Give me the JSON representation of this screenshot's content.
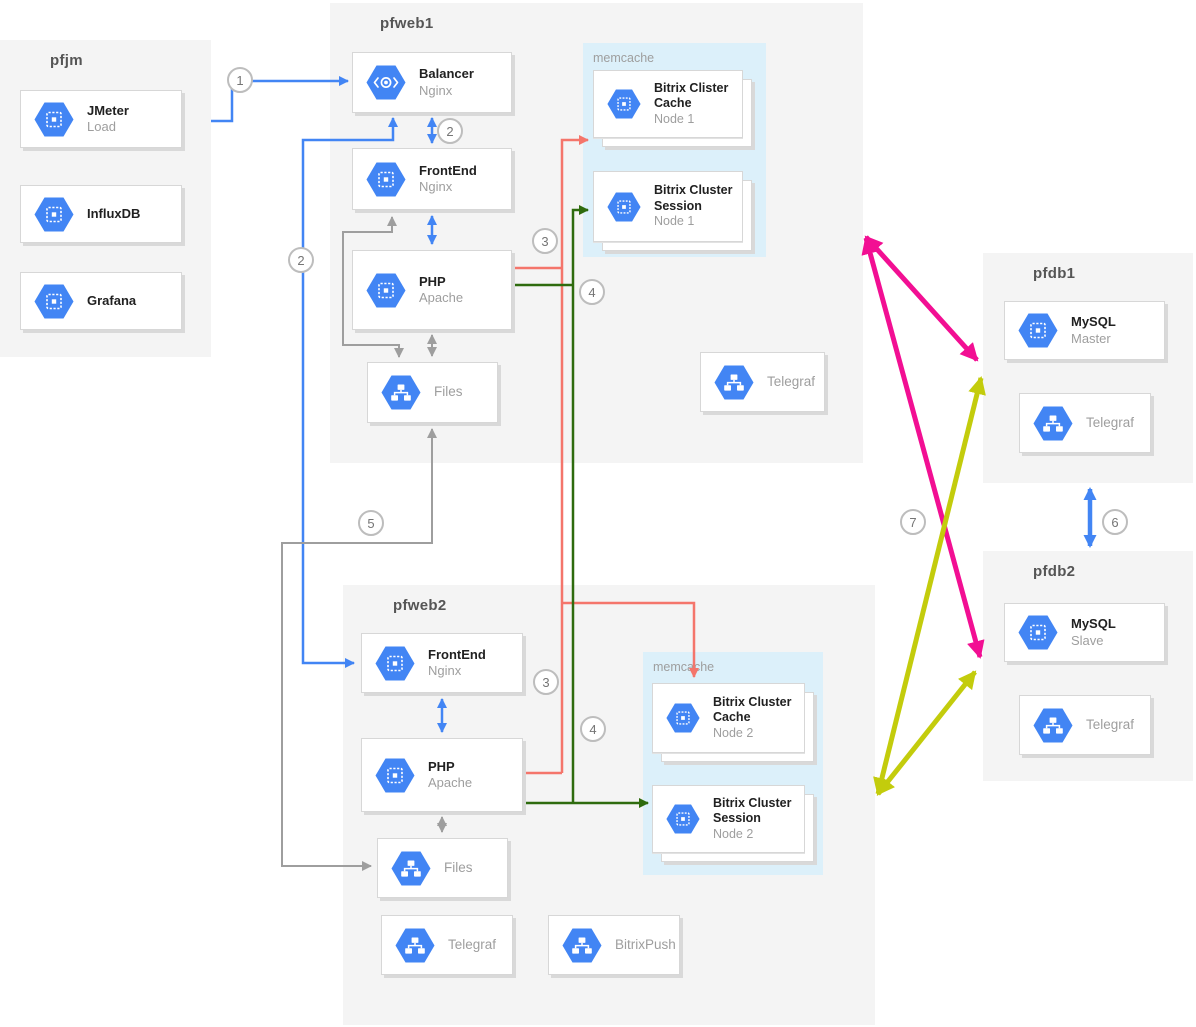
{
  "groups": {
    "pfjm": "pfjm",
    "pfweb1": "pfweb1",
    "pfweb2": "pfweb2",
    "pfdb1": "pfdb1",
    "pfdb2": "pfdb2",
    "memcache1": "memcache",
    "memcache2": "memcache"
  },
  "nodes": {
    "jmeter": {
      "title": "JMeter",
      "subtitle": "Load"
    },
    "influxdb": {
      "title": "InfluxDB"
    },
    "grafana": {
      "title": "Grafana"
    },
    "balancer": {
      "title": "Balancer",
      "subtitle": "Nginx"
    },
    "frontend1": {
      "title": "FrontEnd",
      "subtitle": "Nginx"
    },
    "php1": {
      "title": "PHP",
      "subtitle": "Apache"
    },
    "files1": {
      "title": "Files"
    },
    "telegraf1": {
      "title": "Telegraf"
    },
    "cache1": {
      "title": "Bitrix Clister Cache",
      "subtitle": "Node 1"
    },
    "session1": {
      "title": "Bitrix Cluster Session",
      "subtitle": "Node 1"
    },
    "frontend2": {
      "title": "FrontEnd",
      "subtitle": "Nginx"
    },
    "php2": {
      "title": "PHP",
      "subtitle": "Apache"
    },
    "files2": {
      "title": "Files"
    },
    "telegraf2": {
      "title": "Telegraf"
    },
    "bitrixpush": {
      "title": "BitrixPush"
    },
    "cache2": {
      "title": "Bitrix Cluster Cache",
      "subtitle": "Node 2"
    },
    "session2": {
      "title": "Bitrix Cluster Session",
      "subtitle": "Node 2"
    },
    "mysql_master": {
      "title": "MySQL",
      "subtitle": "Master"
    },
    "telegraf_db1": {
      "title": "Telegraf"
    },
    "mysql_slave": {
      "title": "MySQL",
      "subtitle": "Slave"
    },
    "telegraf_db2": {
      "title": "Telegraf"
    }
  },
  "badges": {
    "step1": "1",
    "step2_web1": "2",
    "step2_web2": "2",
    "step3_web1": "3",
    "step4_web1": "4",
    "step5": "5",
    "step3_web2": "3",
    "step4_web2": "4",
    "step6": "6",
    "step7": "7"
  },
  "connections": [
    {
      "label": "1",
      "from": "JMeter",
      "to": "Balancer",
      "color": "#4285f4",
      "bidirectional": false
    },
    {
      "label": "2",
      "from": "Balancer",
      "to": "FrontEnd (pfweb1 and pfweb2)",
      "color": "#4285f4",
      "bidirectional": true
    },
    {
      "label": "3",
      "from": "PHP",
      "to": "Bitrix Cluster Cache (memcache nodes)",
      "color": "#f4756b",
      "bidirectional": false
    },
    {
      "label": "4",
      "from": "PHP",
      "to": "Bitrix Cluster Session (memcache nodes)",
      "color": "#2e6b0e",
      "bidirectional": false
    },
    {
      "label": "5",
      "from": "Files (pfweb1)",
      "to": "Files (pfweb2)",
      "color": "#9e9e9e",
      "bidirectional": true
    },
    {
      "label": "6",
      "from": "pfdb1",
      "to": "pfdb2",
      "color": "#4285f4",
      "bidirectional": true
    },
    {
      "label": "7",
      "from": "pfweb1 / pfweb2",
      "to": "pfdb1 / pfdb2",
      "color": "#f20f93 / #c3cc0c",
      "bidirectional": true
    }
  ],
  "colors": {
    "blue": "#4285f4",
    "gray": "#9e9e9e",
    "salmon_red": "#f4756b",
    "dark_green": "#2e6b0e",
    "magenta": "#f20f93",
    "yellow_green": "#c3cc0c",
    "group_bg": "#f4f4f4",
    "memcache_bg": "#dcf0fa",
    "hexagon_icon": "#4285f4"
  },
  "icons": {
    "compute": "hexagon-chip-icon",
    "balancer": "hexagon-load-balancer-icon",
    "service": "hexagon-sitemap-icon"
  }
}
